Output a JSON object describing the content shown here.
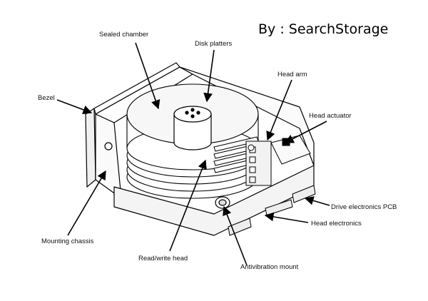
{
  "credit": "By : SearchStorage",
  "labels": {
    "sealed_chamber": "Sealed chamber",
    "disk_platters": "Disk platters",
    "head_arm": "Head arm",
    "head_actuator": "Head actuator",
    "bezel": "Bezel",
    "drive_electronics_pcb": "Drive electronics PCB",
    "head_electronics": "Head electronics",
    "mounting_chassis": "Mounting chassis",
    "read_write_head": "Read/write head",
    "antivibration_mount": "Antivibration mount"
  }
}
